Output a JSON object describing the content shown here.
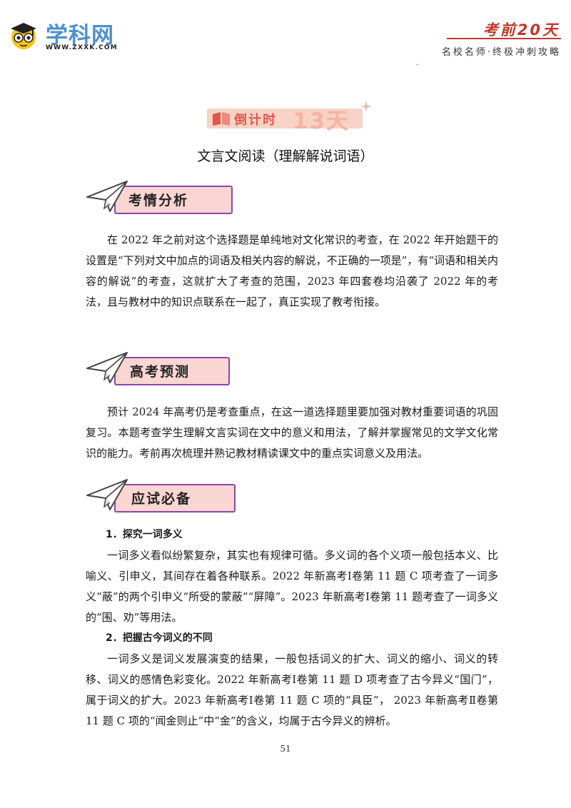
{
  "header": {
    "logo_title": "学科网",
    "logo_url": "WWW.ZXXK.COM",
    "right_title": "考前20天",
    "right_subtitle": "名校名师·终极冲刺攻略",
    "dot": "·"
  },
  "countdown": {
    "prefix": "倒计时",
    "days": "13天"
  },
  "doc_title": "文言文阅读（理解解说词语）",
  "sections": [
    {
      "heading": "考情分析",
      "paragraphs": [
        "在 2022 年之前对这个选择题是单纯地对文化常识的考查，在 2022 年开始题干的设置是“下列对文中加点的词语及相关内容的解说，不正确的一项是”，有“词语和相关内容的解说”的考查，这就扩大了考查的范围，2023 年四套卷均沿袭了 2022 年的考法，且与教材中的知识点联系在一起了，真正实现了教考衔接。"
      ]
    },
    {
      "heading": "高考预测",
      "paragraphs": [
        "预计 2024 年高考仍是考查重点，在这一道选择题里要加强对教材重要词语的巩固复习。本题考查学生理解文言实词在文中的意义和用法，了解并掌握常见的文学文化常识的能力。考前再次梳理并熟记教材精读课文中的重点实词意义及用法。"
      ]
    },
    {
      "heading": "应试必备",
      "items": [
        {
          "title": "1．探究一词多义",
          "text": "一词多义看似纷繁复杂，其实也有规律可循。多义词的各个义项一般包括本义、比喻义、引申义，其间存在着各种联系。2022 年新高考Ⅰ卷第 11 题 C 项考查了一词多义“蔽”的两个引申义“所受的蒙蔽”“屏障”。2023 年新高考Ⅰ卷第 11 题考查了一词多义的“围、劝”等用法。"
        },
        {
          "title": "2．把握古今词义的不同",
          "text": "一词多义是词义发展演变的结果，一般包括词义的扩大、词义的缩小、词义的转移、词义的感情色彩变化。2022 年新高考Ⅰ卷第 11 题 D 项考查了古今异义“国门”，属于词义的扩大。2023 年新高考Ⅰ卷第 11 题 C 项的“具臣”， 2023 年新高考Ⅱ卷第 11 题 C 项的“闻金则止”中“金”的含义，均属于古今异义的辨析。"
        }
      ]
    }
  ],
  "page_number": "51",
  "colors": {
    "accent_red": "#c0392b",
    "logo_blue": "#4f8fcc",
    "heading_border": "#8e44ad",
    "heading_fill": "#f9d6d2"
  }
}
